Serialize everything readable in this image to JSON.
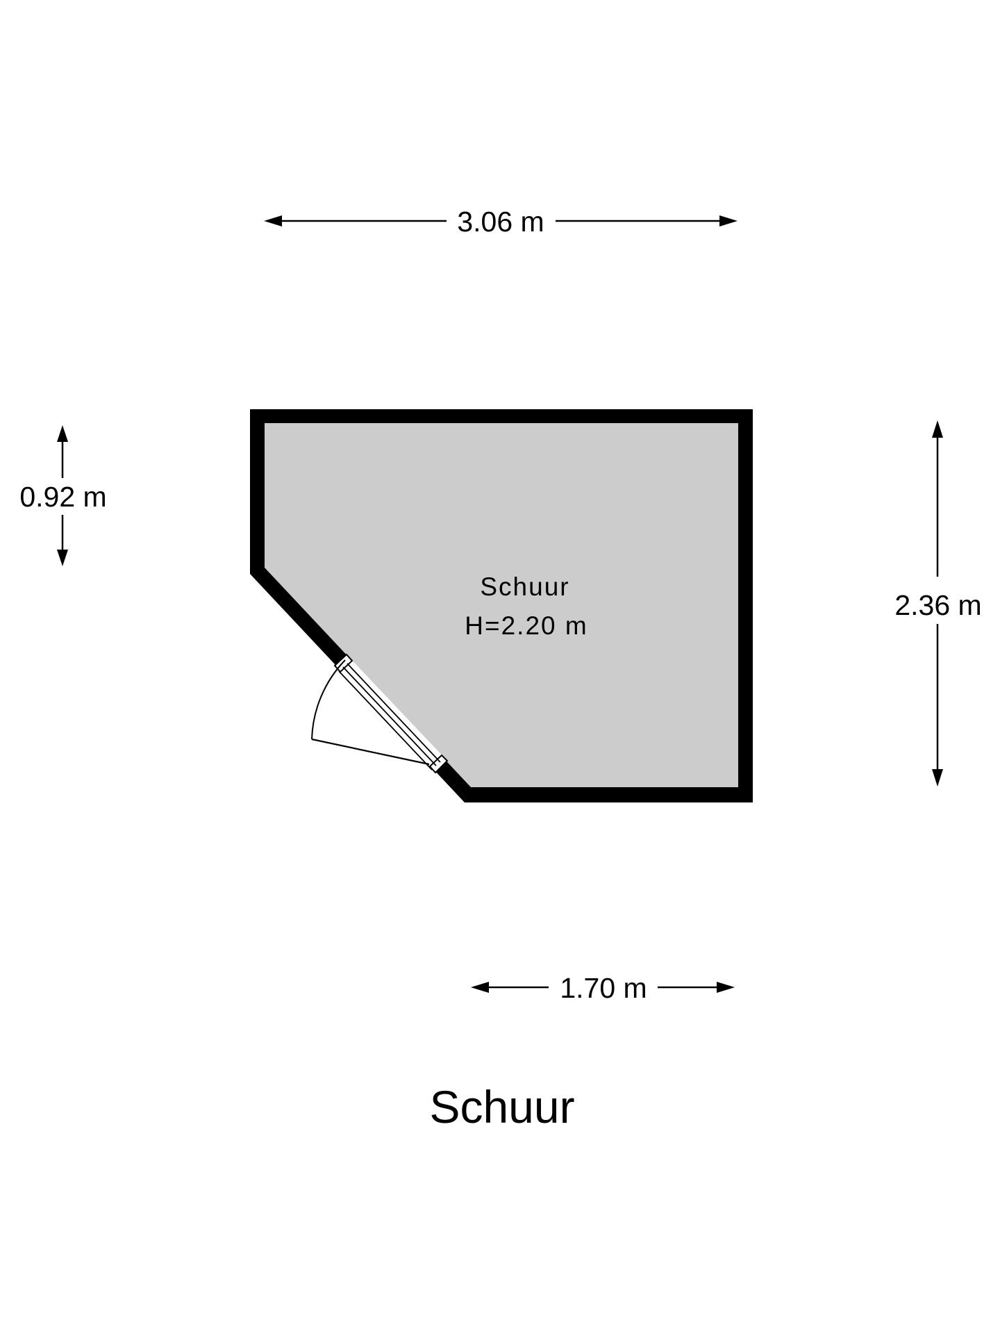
{
  "plan": {
    "caption": "Schuur",
    "room": {
      "name": "Schuur",
      "height": "H=2.20 m"
    },
    "dimensions": {
      "top_width": "3.06 m",
      "left_height": "0.92 m",
      "right_height": "2.36 m",
      "bottom_width": "1.70 m"
    },
    "colors": {
      "wall": "#000000",
      "floor": "#cccccc",
      "background": "#ffffff"
    }
  }
}
